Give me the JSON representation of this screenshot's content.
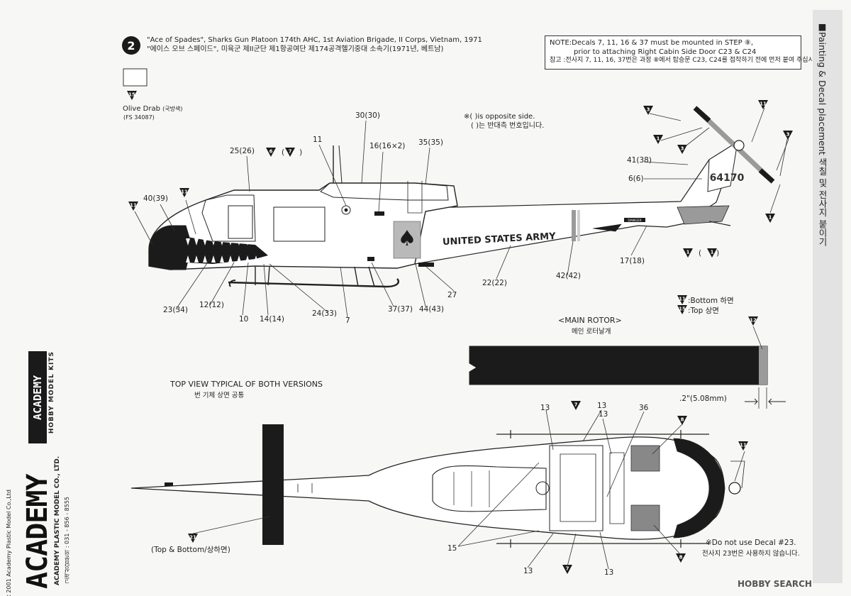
{
  "step": {
    "number": "2"
  },
  "header": {
    "title_en": "\"Ace of Spades\", Sharks Gun Platoon 174th AHC, 1st Aviation Brigade, II Corps, Vietnam, 1971",
    "title_kr": "\"에이스 오브 스페이드\", 미육군 제II군단 제1항공여단 제174공격헬기중대 소속기(1971년, 베트남)"
  },
  "paint": {
    "number": "15",
    "name": "Olive Drab",
    "name_kr": "(국방색)",
    "code": "(FS 34087)",
    "swatch_color": "#ffffff"
  },
  "note": {
    "line1": "NOTE:Decals 7, 11, 16 & 37 must be mounted in STEP ⑧,",
    "line2": "prior to attaching Right Cabin Side Door C23 & C24",
    "line3": "참고 :전사지 7, 11, 16, 37번은 과정 ⑧에서 탑승문 C23, C24를 접착하기 전에 먼저 붙여 주십시오."
  },
  "opposite_note": {
    "en": "※( )is opposite side.",
    "kr": "( )는 반대측 번호입니다."
  },
  "side_title": "■Painting & Decal placement 색칠 및 전사지 붙이기",
  "side_labels": {
    "l30": "30(30)",
    "l11": "11",
    "l16": "16(16×2)",
    "l35": "35(35)",
    "l25": "25(26)",
    "l6": "6",
    "l6b": "7",
    "l40": "40(39)",
    "l41": "41(38)",
    "l6r": "6(6)",
    "l17": "17(18)",
    "l1p": "1",
    "l1q": "1",
    "l22": "22(22)",
    "l42": "42(42)",
    "l27": "27",
    "l23": "23(34)",
    "l12": "12(12)",
    "l10": "10",
    "l14": "14(14)",
    "l24": "24(33)",
    "l7": "7",
    "l37": "37(37)",
    "l44": "44(43)"
  },
  "decal_texts": {
    "army": "UNITED STATES ARMY",
    "tail_number": "64170",
    "danger": "DANGER"
  },
  "legend": {
    "b11": "11",
    "bottom": ":Bottom 하면",
    "b15": "15",
    "top": ":Top 상면"
  },
  "rotor": {
    "title": "<MAIN ROTOR>",
    "title_kr": "메인 로터날개",
    "badge": "12",
    "dim": ".2\"(5.08mm)"
  },
  "top_view": {
    "title": "TOP VIEW TYPICAL OF BOTH VERSIONS",
    "title_kr": "번 기체 상면 공통"
  },
  "top_labels": {
    "l13a": "13",
    "l13b": "13",
    "l13c": "13",
    "l13d": "13",
    "l13e": "13",
    "l36": "36",
    "l15": "15",
    "b8a": "8",
    "b8b": "8",
    "b7a": "7",
    "b7b": "7",
    "b11": "11",
    "b21": "21",
    "topbottom": "(Top & Bottom/상하면)"
  },
  "warning": {
    "en": "※Do not use Decal #23.",
    "kr": "전사지 23번은 사용하지 않습니다."
  },
  "badges": {
    "b3": "3",
    "b1": "1",
    "b11": "11"
  },
  "brand": {
    "logo_small": "ACADEMY",
    "logo_small_sub": "HOBBY MODEL KITS",
    "logo_big": "ACADEMY",
    "company": "ACADEMY PLASTIC MODEL CO., LTD.",
    "company_kr": "고객상담문의 : 031 - 856 - 8555",
    "copyright": "Copyright 2001 Academy Plastic Model Co.,Ltd"
  },
  "watermark": "HOBBY SEARCH",
  "colors": {
    "dark": "#1b1b1b",
    "ink": "#222222",
    "grey": "#9a9a9a",
    "band": "#e3e3e3"
  }
}
